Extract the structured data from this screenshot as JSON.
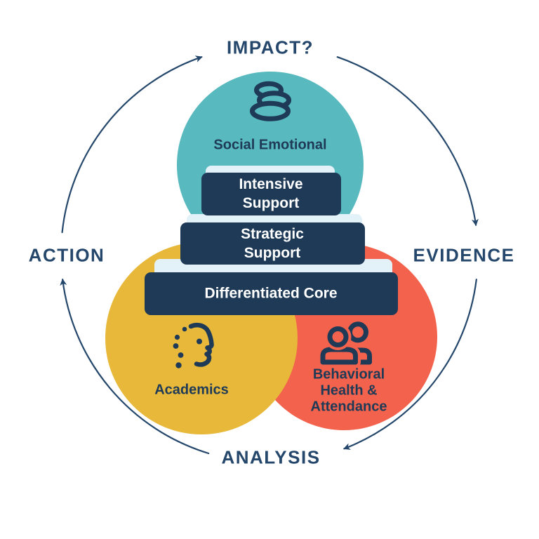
{
  "cycle": {
    "top_label": "IMPACT?",
    "right_label": "EVIDENCE",
    "bottom_label": "ANALYSIS",
    "left_label": "ACTION"
  },
  "domains": {
    "social_emotional": {
      "label": "Social Emotional",
      "icon": "stacked-stones-icon"
    },
    "academics": {
      "label": "Academics",
      "icon": "head-profile-dots-icon"
    },
    "behavioral_health": {
      "label": "Behavioral\nHealth &\nAttendance",
      "icon": "two-people-icon"
    }
  },
  "tiers": {
    "intensive": {
      "label": "Intensive\nSupport"
    },
    "strategic": {
      "label": "Strategic\nSupport"
    },
    "differentiated": {
      "label": "Differentiated Core"
    }
  },
  "colors": {
    "teal": "#58B9BE",
    "yellow": "#E7B83A",
    "red": "#F2624C",
    "navy": "#1E3A56",
    "cycle_navy": "#24476B",
    "platform": "#E3F1F8",
    "tier_text": "#FFFFFF",
    "bg": "#FFFFFF"
  }
}
